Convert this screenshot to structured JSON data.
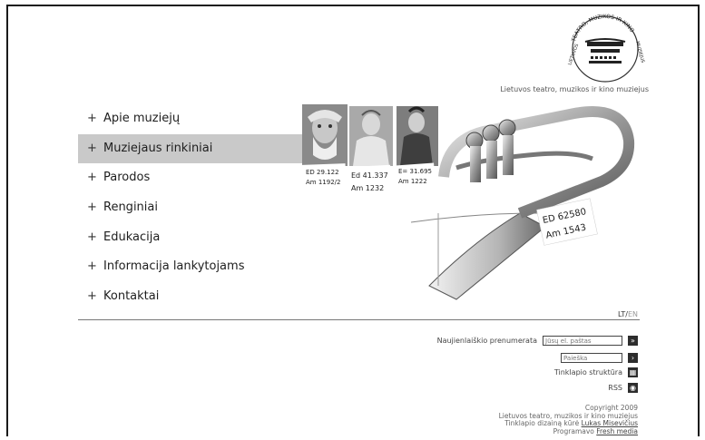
{
  "logo": {
    "ring_text_top": "TEATRO, MUZIKOS IR KINO",
    "ring_text_left": "LIETUVOS",
    "ring_text_right": "MUZIEJUS"
  },
  "museum_name": "Lietuvos teatro, muzikos ir kino muziejus",
  "nav": [
    {
      "label": "Apie muziejų",
      "active": false
    },
    {
      "label": "Muziejaus rinkiniai",
      "active": true
    },
    {
      "label": "Parodos",
      "active": false
    },
    {
      "label": "Renginiai",
      "active": false
    },
    {
      "label": "Edukacija",
      "active": false
    },
    {
      "label": "Informacija lankytojams",
      "active": false
    },
    {
      "label": "Kontaktai",
      "active": false
    }
  ],
  "hero": {
    "tags": [
      {
        "line1": "ED 29.122",
        "line2": "Am 1192/2"
      },
      {
        "line1": "Ed 41.337",
        "line2": "Am 1232"
      },
      {
        "line1": "E= 31.695",
        "line2": "Am 1222"
      },
      {
        "line1": "ED 62580",
        "line2": "Am 1543"
      }
    ]
  },
  "lang": {
    "lt": "LT",
    "sep": "/",
    "en": "EN"
  },
  "newsletter": {
    "label": "Naujienlaiškio prenumerata",
    "placeholder": "Jūsų el. paštas",
    "button": "»"
  },
  "search": {
    "placeholder": "Paieška",
    "button": "›"
  },
  "sitemap": {
    "label": "Tinklapio struktūra"
  },
  "rss": {
    "label": "RSS"
  },
  "copyright": {
    "line1": "Copyright 2009",
    "line2": "Lietuvos teatro, muzikos ir kino muziejus",
    "design_prefix": "Tinklapio dizainą kūrė",
    "design_name": "Lukas Misevičius",
    "prog_prefix": "Programavo",
    "prog_name": "Fresh media"
  }
}
